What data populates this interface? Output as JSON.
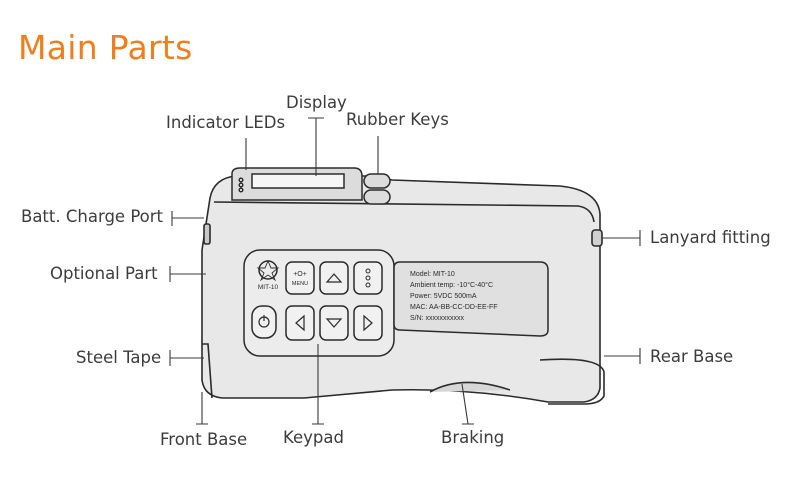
{
  "title": "Main Parts",
  "labels": {
    "indicator_leds": "Indicator LEDs",
    "display": "Display",
    "rubber_keys": "Rubber Keys",
    "batt_charge_port": "Batt. Charge Port",
    "optional_part": "Optional Part",
    "steel_tape": "Steel Tape",
    "front_base": "Front Base",
    "keypad": "Keypad",
    "braking": "Braking",
    "lanyard_fitting": "Lanyard fitting",
    "rear_base": "Rear Base"
  },
  "device": {
    "logo_text": "MIT-10",
    "menu_key_line1": "+O+",
    "menu_key_line2": "MENU",
    "nameplate": {
      "model": "Model: MIT-10",
      "ambient": "Ambient  temp:  -10°C-40°C",
      "power": "Power:  5VDC  500mA",
      "mac": "MAC:  AA-BB-CC-DD-EE-FF",
      "sn": "S/N:  xxxxxxxxxxx"
    }
  },
  "colors": {
    "title": "#f07f1b",
    "outline": "#2b2b2b",
    "body_fill": "#e8e8e8",
    "panel_fill": "#ececec",
    "key_fill": "#f1f1f1"
  }
}
